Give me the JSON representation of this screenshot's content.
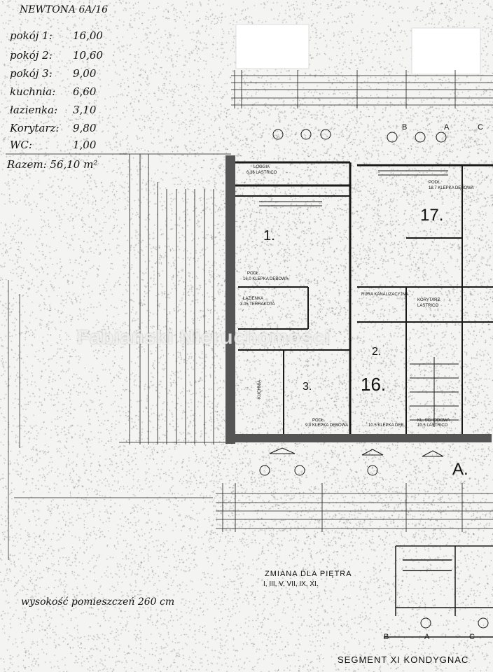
{
  "notes": {
    "title": "NEWTONA 6A/16",
    "rooms": [
      {
        "label": "pokój 1:",
        "value": "16,00"
      },
      {
        "label": "pokój 2:",
        "value": "10,60"
      },
      {
        "label": "pokój 3:",
        "value": "9,00"
      },
      {
        "label": "kuchnia:",
        "value": "6,60"
      },
      {
        "label": "łazienka:",
        "value": "3,10"
      },
      {
        "label": "Korytarz:",
        "value": "9,80"
      },
      {
        "label": "WC:",
        "value": "1,00"
      }
    ],
    "total": "Razem: 56,10 m²",
    "height": "wysokość pomieszczeń 260 cm"
  },
  "plan": {
    "room_numbers": [
      "1.",
      "2.",
      "3.",
      "16.",
      "17.",
      "A."
    ],
    "labels": {
      "loggia": "LOGGIA",
      "loggia_area": "6.36 LASTRICO",
      "room1_floor": "PODŁ.",
      "room1_area": "16.0 KLEPKA DĘBOWA",
      "bath": "ŁAZIENKA",
      "bath_area": "3.05 TERRAKOTA",
      "corridor_note": "RURA KANALIZACYJNA",
      "room3_floor": "PODŁ.",
      "room3_area": "9.0 KLEPKA DĘBOWA",
      "room2_area": "10.5 KLEPKA DĘB.",
      "stairs": "KL. SCHODOWA",
      "stairs_area": "10.5 LASTRICO",
      "room17_floor": "PODŁ.",
      "room17_area": "18.7 KLEPKA DĘBOWA",
      "corridor": "KORYTARZ",
      "corridor_area": "LASTRICO",
      "kitchen": "KUCHNIA",
      "axis_b": "B",
      "axis_a": "A",
      "axis_c": "C"
    },
    "change_note_1": "ZMIANA DLA PIĘTRA",
    "change_note_2": "I, III, V, VII, IX, XI.",
    "segment": "SEGMENT XI  KONDYGNAC",
    "watermark": "Fabiański Nieruchomości"
  },
  "colors": {
    "ink": "#1a1a1a",
    "paper": "#f4f4f2"
  }
}
